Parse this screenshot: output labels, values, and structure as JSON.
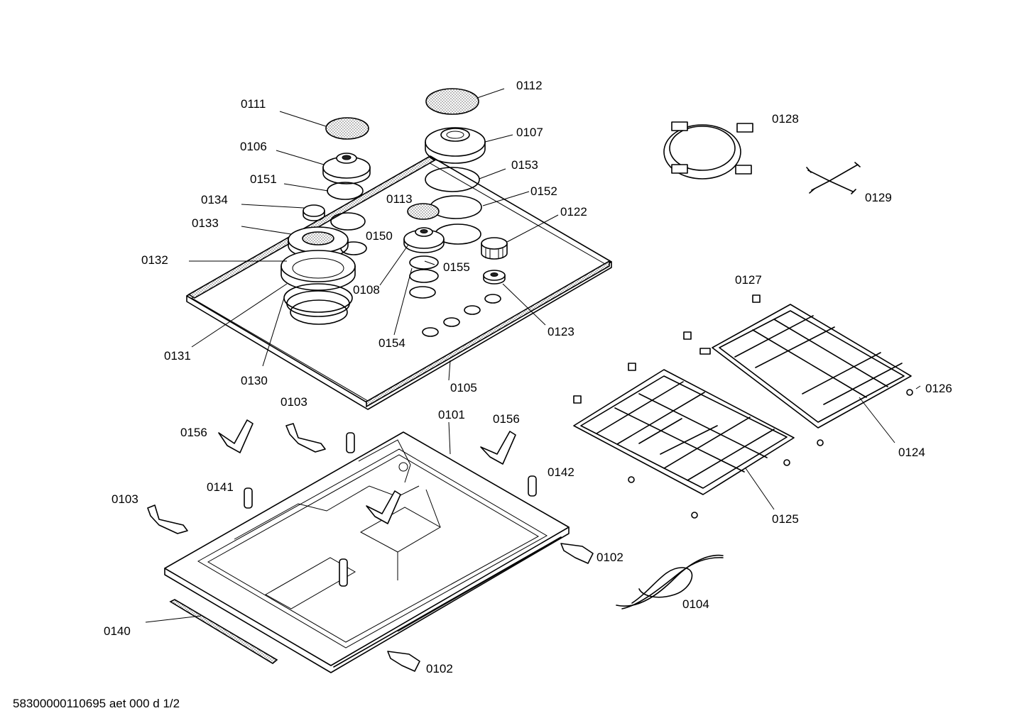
{
  "parts": [
    {
      "id": "p0111",
      "label": "0111"
    },
    {
      "id": "p0112",
      "label": "0112"
    },
    {
      "id": "p0106",
      "label": "0106"
    },
    {
      "id": "p0107",
      "label": "0107"
    },
    {
      "id": "p0151",
      "label": "0151"
    },
    {
      "id": "p0153",
      "label": "0153"
    },
    {
      "id": "p0134",
      "label": "0134"
    },
    {
      "id": "p0113",
      "label": "0113"
    },
    {
      "id": "p0152",
      "label": "0152"
    },
    {
      "id": "p0133",
      "label": "0133"
    },
    {
      "id": "p0122",
      "label": "0122"
    },
    {
      "id": "p0150",
      "label": "0150"
    },
    {
      "id": "p0132",
      "label": "0132"
    },
    {
      "id": "p0155",
      "label": "0155"
    },
    {
      "id": "p0108",
      "label": "0108"
    },
    {
      "id": "p0123",
      "label": "0123"
    },
    {
      "id": "p0154",
      "label": "0154"
    },
    {
      "id": "p0131",
      "label": "0131"
    },
    {
      "id": "p0130",
      "label": "0130"
    },
    {
      "id": "p0105",
      "label": "0105"
    },
    {
      "id": "p0128",
      "label": "0128"
    },
    {
      "id": "p0129",
      "label": "0129"
    },
    {
      "id": "p0127",
      "label": "0127"
    },
    {
      "id": "p0126",
      "label": "0126"
    },
    {
      "id": "p0124",
      "label": "0124"
    },
    {
      "id": "p0125",
      "label": "0125"
    },
    {
      "id": "p0103a",
      "label": "0103"
    },
    {
      "id": "p0101",
      "label": "0101"
    },
    {
      "id": "p0156a",
      "label": "0156"
    },
    {
      "id": "p0156b",
      "label": "0156"
    },
    {
      "id": "p0142",
      "label": "0142"
    },
    {
      "id": "p0141",
      "label": "0141"
    },
    {
      "id": "p0103b",
      "label": "0103"
    },
    {
      "id": "p0102a",
      "label": "0102"
    },
    {
      "id": "p0104",
      "label": "0104"
    },
    {
      "id": "p0140",
      "label": "0140"
    },
    {
      "id": "p0102b",
      "label": "0102"
    }
  ],
  "document_id": "58300000110695 aet 000 d 1/2"
}
